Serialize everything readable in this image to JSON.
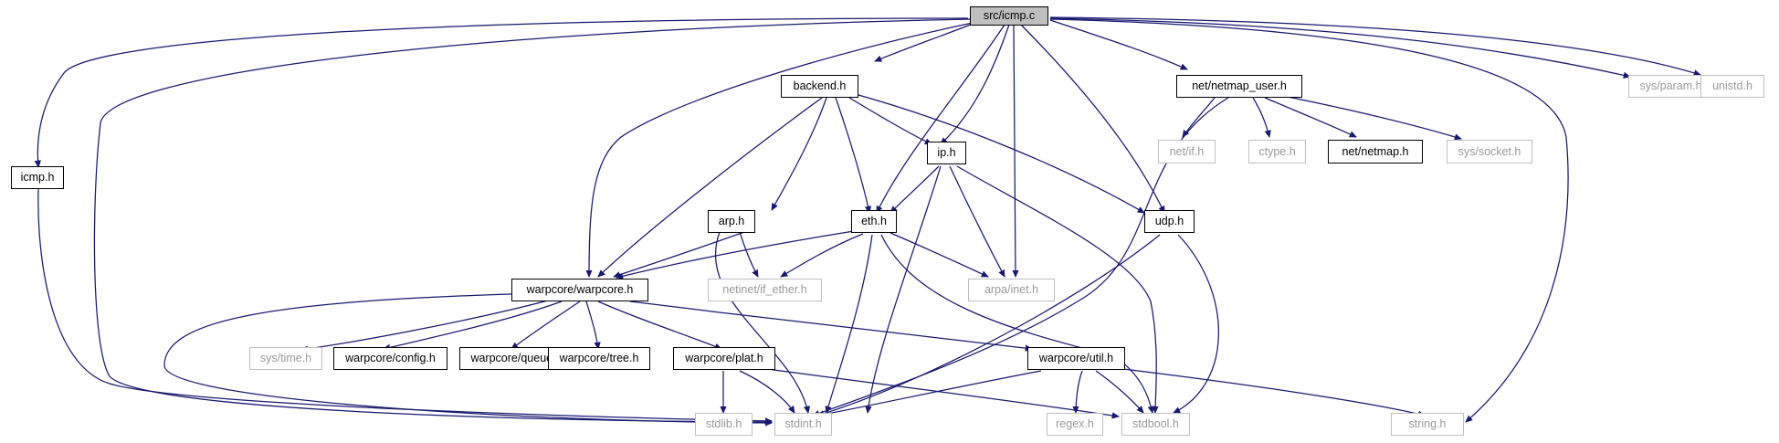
{
  "nodes": {
    "src_icmp_c": "src/icmp.c",
    "backend_h": "backend.h",
    "net_netmap_user_h": "net/netmap_user.h",
    "sys_param_h": "sys/param.h",
    "unistd_h": "unistd.h",
    "icmp_h": "icmp.h",
    "ip_h": "ip.h",
    "arp_h": "arp.h",
    "eth_h": "eth.h",
    "udp_h": "udp.h",
    "net_if_h": "net/if.h",
    "ctype_h": "ctype.h",
    "net_netmap_h": "net/netmap.h",
    "sys_socket_h": "sys/socket.h",
    "warpcore_warpcore_h": "warpcore/warpcore.h",
    "netinet_if_ether_h": "netinet/if_ether.h",
    "arpa_inet_h": "arpa/inet.h",
    "sys_time_h": "sys/time.h",
    "warpcore_config_h": "warpcore/config.h",
    "warpcore_queue_h": "warpcore/queue.h",
    "warpcore_tree_h": "warpcore/tree.h",
    "warpcore_plat_h": "warpcore/plat.h",
    "warpcore_util_h": "warpcore/util.h",
    "stdlib_h": "stdlib.h",
    "stdint_h": "stdint.h",
    "regex_h": "regex.h",
    "stdbool_h": "stdbool.h",
    "string_h": "string.h"
  },
  "colors": {
    "edge": "#191970",
    "root_fill": "#bfbfbf",
    "documented_border": "#000000",
    "external_border": "#bfbfbf",
    "external_text": "#9a9a9a"
  }
}
